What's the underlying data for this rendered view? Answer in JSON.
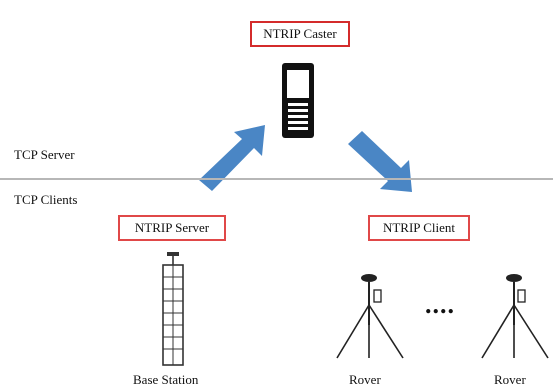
{
  "caster": {
    "label": "NTRIP Caster",
    "box_color": "#d42b2b"
  },
  "layers": {
    "server_label": "TCP Server",
    "clients_label": "TCP Clients"
  },
  "ntrip_server": {
    "label": "NTRIP Server"
  },
  "ntrip_client": {
    "label": "NTRIP Client"
  },
  "base_station": {
    "label": "Base Station"
  },
  "rovers": [
    {
      "label": "Rover"
    },
    {
      "label": "Rover"
    }
  ],
  "ellipsis": "....",
  "colors": {
    "arrow": "#4a86c5",
    "box_border": "#e04848",
    "divider": "#b7b7b7"
  }
}
